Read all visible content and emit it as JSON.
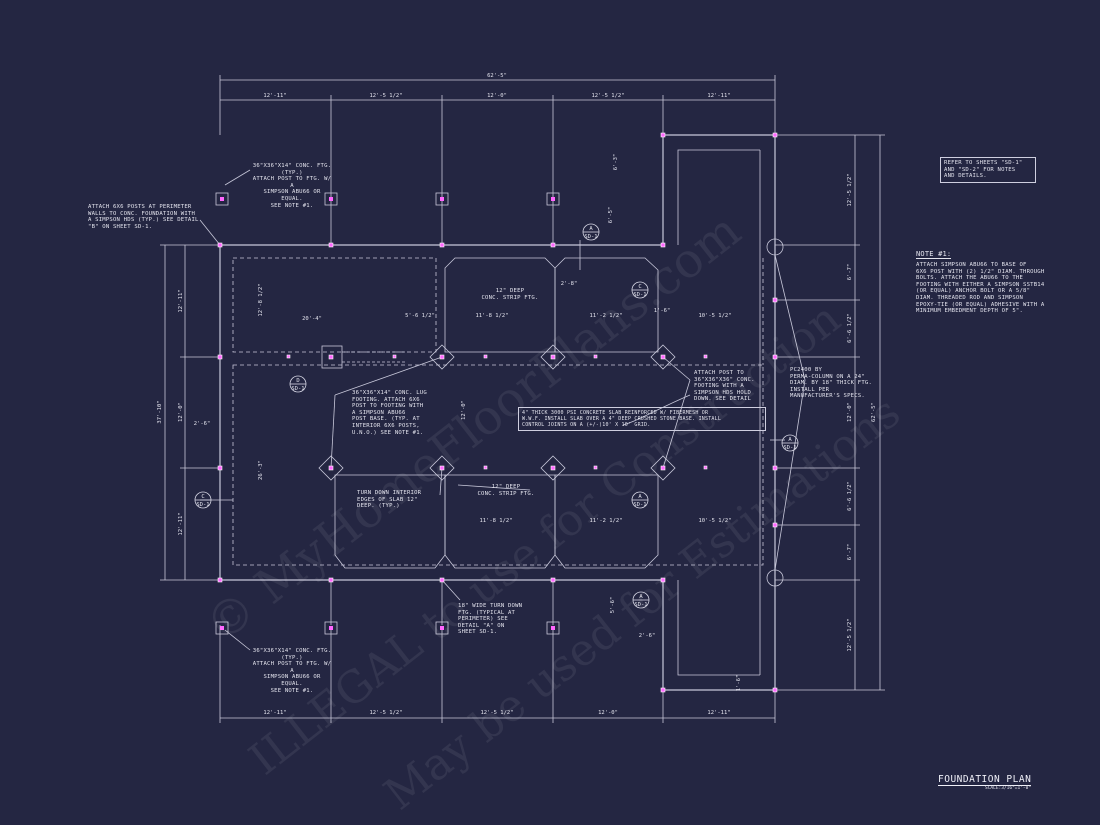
{
  "title": "FOUNDATION PLAN",
  "scale": "SCALE:3/16\"=1'-0\"",
  "watermark": {
    "line1": "© MyHomeFloorPlans.com",
    "line2": "ILLEGAL to use for Construction",
    "line3": "May be used for Estimations"
  },
  "colors": {
    "background": "#242642",
    "lines": "#c8c8da",
    "posts": "#ff66ff"
  },
  "dimensions": {
    "overall_width": "62'-5\"",
    "overall_depth": "62'-5\"",
    "left_depth": "37'-10\"",
    "top": [
      "12'-11\"",
      "12'-5 1/2\"",
      "12'-0\"",
      "12'-5 1/2\"",
      "12'-11\""
    ],
    "bottom": [
      "12'-11\"",
      "12'-5 1/2\"",
      "12'-5 1/2\"",
      "12'-0\"",
      "12'-11\""
    ],
    "left": [
      "12'-11\"",
      "12'-0\"",
      "12'-11\""
    ],
    "right": [
      "12'-5 1/2\"",
      "6'-7\"",
      "6'-6 1/2\"",
      "12'-0\"",
      "6'-6 1/2\"",
      "6'-7\"",
      "12'-5 1/2\""
    ],
    "interior": [
      "20'-4\"",
      "5'-6 1/2\"",
      "11'-8 1/2\"",
      "11'-2 1/2\"",
      "10'-5 1/2\"",
      "11'-8 1/2\"",
      "11'-2 1/2\"",
      "10'-5 1/2\"",
      "2'-8\"",
      "1'-6\"",
      "12'-8 1/2\"",
      "26'-3\"",
      "12'-0\"",
      "2'-6\"",
      "6'-3\"",
      "6'-5\"",
      "5'-6\"",
      "2'-6\"",
      "1'-6\""
    ]
  },
  "notes": {
    "ftg_top": "36\"x36\"x14\" CONC. FTG. (TYP.)\nATTACH POST TO FTG. W/ A\nSIMPSON ABU66 OR EQUAL.\nSEE NOTE #1.",
    "ftg_bottom": "36\"x36\"x14\" CONC. FTG. (TYP.)\nATTACH POST TO FTG. W/ A\nSIMPSON ABU66 OR EQUAL.\nSEE NOTE #1.",
    "perimeter_posts": "ATTACH 6x6 POSTS AT PERIMETER\nWALLS TO CONC. FOUNDATION WITH\nA SIMPSON HDS (TYP.) SEE DETAIL\n\"B\" ON SHEET SD-1.",
    "refer": "REFER TO SHEETS \"SD-1\"\nAND \"SD-2\" FOR NOTES\nAND DETAILS.",
    "note1_title": "NOTE #1:",
    "note1_body": "ATTACH SIMPSON ABU66 TO BASE OF\n6x6 POST WITH (2) 1/2\" DIAM. THROUGH\nBOLTS. ATTACH THE ABU66 TO THE\nFOOTING WITH EITHER A SIMPSON SSTB14\n(OR EQUAL) ANCHOR BOLT OR A 5/8\"\nDIAM. THREADED ROD AND SIMPSON\nEPOXY-TIE (OR EQUAL) ADHESIVE WITH A\nMINIMUM EMBEDMENT DEPTH OF 5\".",
    "strip_top": "12\" DEEP\nCONC. STRIP FTG.",
    "strip_bottom": "12\" DEEP\nCONC. STRIP FTG.",
    "lug": "36\"x36\"x14\" CONC. LUG\nFOOTING. ATTACH 6x6\nPOST TO FOOTING WITH\nA SIMPSON ABU66\nPOST BASE. (TYP. AT\nINTERIOR 6x6 POSTS,\nU.N.O.) SEE NOTE #1.",
    "attach_post": "ATTACH POST TO\n36\"x36\"x36\" CONC.\nFOOTING WITH A\nSIMPSON HDS HOLD\nDOWN. SEE DETAIL",
    "slab": "4\" THICK 3000 PSI CONCRETE SLAB REINFORCED W/ FIBERMESH OR\nW.W.F. INSTALL SLAB OVER A 4\" DEEP CRUSHED STONE BASE. INSTALL\nCONTROL JOINTS ON A (+/-)10' X 10' GRID.",
    "column": "PC2400 BY\nPERMA-COLUMN ON A 24\"\nDIAM. BY 18\" THICK FTG.\nINSTALL PER\nMANUFACTURER'S SPECS.",
    "turn_down_interior": "TURN DOWN INTERIOR\nEDGES OF SLAB 12\"\nDEEP. (TYP.)",
    "turn_down_wide": "18\" WIDE TURN DOWN\nFTG. (TYPICAL AT\nPERIMETER) SEE\nDETAIL \"A\" ON\nSHEET SD-1."
  },
  "tags": [
    {
      "letter": "A",
      "sheet": "SD-1"
    },
    {
      "letter": "C",
      "sheet": "SD-1"
    },
    {
      "letter": "D",
      "sheet": "SD-1"
    },
    {
      "letter": "A",
      "sheet": "SD-1"
    },
    {
      "letter": "C",
      "sheet": "SD-1"
    },
    {
      "letter": "A",
      "sheet": "SD-1"
    },
    {
      "letter": "A",
      "sheet": "SD-1"
    }
  ]
}
